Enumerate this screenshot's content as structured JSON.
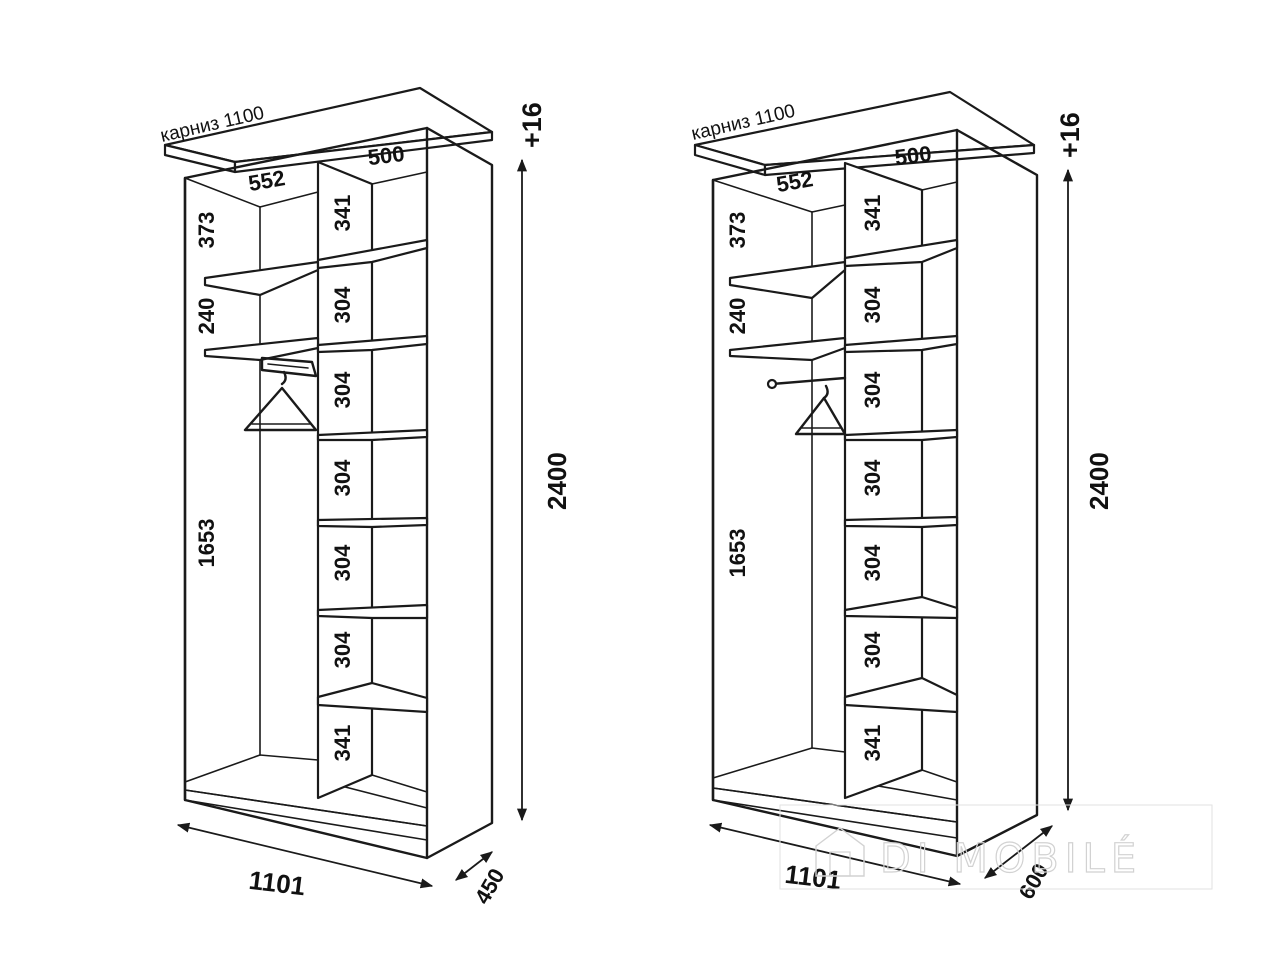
{
  "left": {
    "cornice": "карниз 1100",
    "cornice_extra": "+16",
    "height": "2400",
    "width": "1101",
    "depth": "450",
    "left_width": "552",
    "right_width": "500",
    "left_heights": [
      "373",
      "240",
      "1653"
    ],
    "right_heights": [
      "341",
      "304",
      "304",
      "304",
      "304",
      "304",
      "341"
    ],
    "hanger_type": "pull-out-rail"
  },
  "right": {
    "cornice": "карниз 1100",
    "cornice_extra": "+16",
    "height": "2400",
    "width": "1101",
    "depth": "600",
    "left_width": "552",
    "right_width": "500",
    "left_heights": [
      "373",
      "240",
      "1653"
    ],
    "right_heights": [
      "341",
      "304",
      "304",
      "304",
      "304",
      "304",
      "341"
    ],
    "hanger_type": "rod"
  },
  "watermark": "DI MOBILÉ"
}
